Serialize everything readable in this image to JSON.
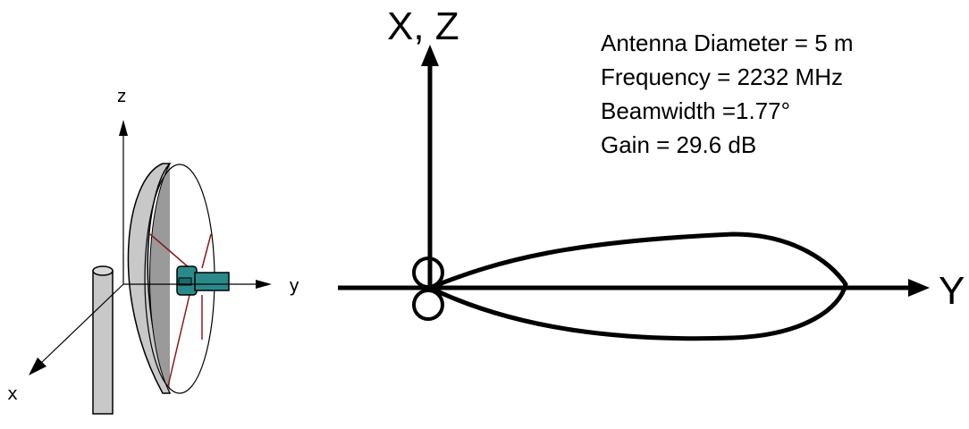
{
  "antenna_view": {
    "axis_labels": {
      "z": "z",
      "y": "y",
      "x": "x"
    },
    "colors": {
      "dish_fill": "#c8c8c8",
      "feed": "#2a8a8a",
      "struts": "#8b1a1a"
    }
  },
  "pattern_view": {
    "axis_labels": {
      "vertical": "X, Z",
      "horizontal": "Y"
    },
    "specs": [
      "Antenna Diameter = 5 m",
      "Frequency  = 2232 MHz",
      "Beamwidth =1.77°",
      "Gain = 29.6 dB"
    ]
  }
}
